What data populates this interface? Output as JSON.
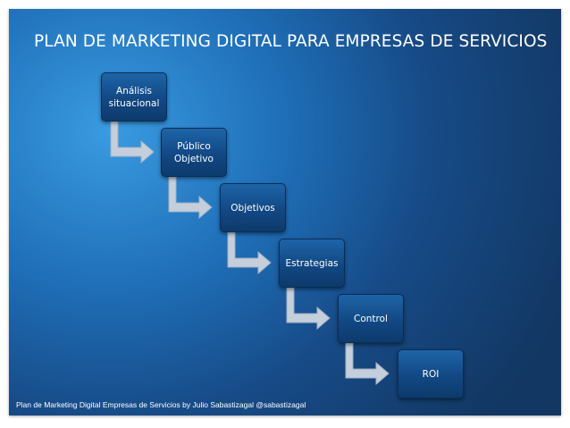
{
  "slide": {
    "title": "PLAN DE MARKETING DIGITAL PARA EMPRESAS DE SERVICIOS",
    "footer": "Plan de Marketing Digital Empresas de Servicios by Julio Sabastizagal @sabastizagal"
  },
  "steps": [
    {
      "label": "Análisis situacional"
    },
    {
      "label": "Público Objetivo"
    },
    {
      "label": "Objetivos"
    },
    {
      "label": "Estrategias"
    },
    {
      "label": "Control"
    },
    {
      "label": "ROI"
    }
  ],
  "colors": {
    "box_top": "#1e64a8",
    "box_bottom": "#0d3a6c",
    "arrow": "#c5cfdc",
    "text": "#ffffff"
  },
  "icons": {
    "connector": "bent-arrow-icon"
  }
}
